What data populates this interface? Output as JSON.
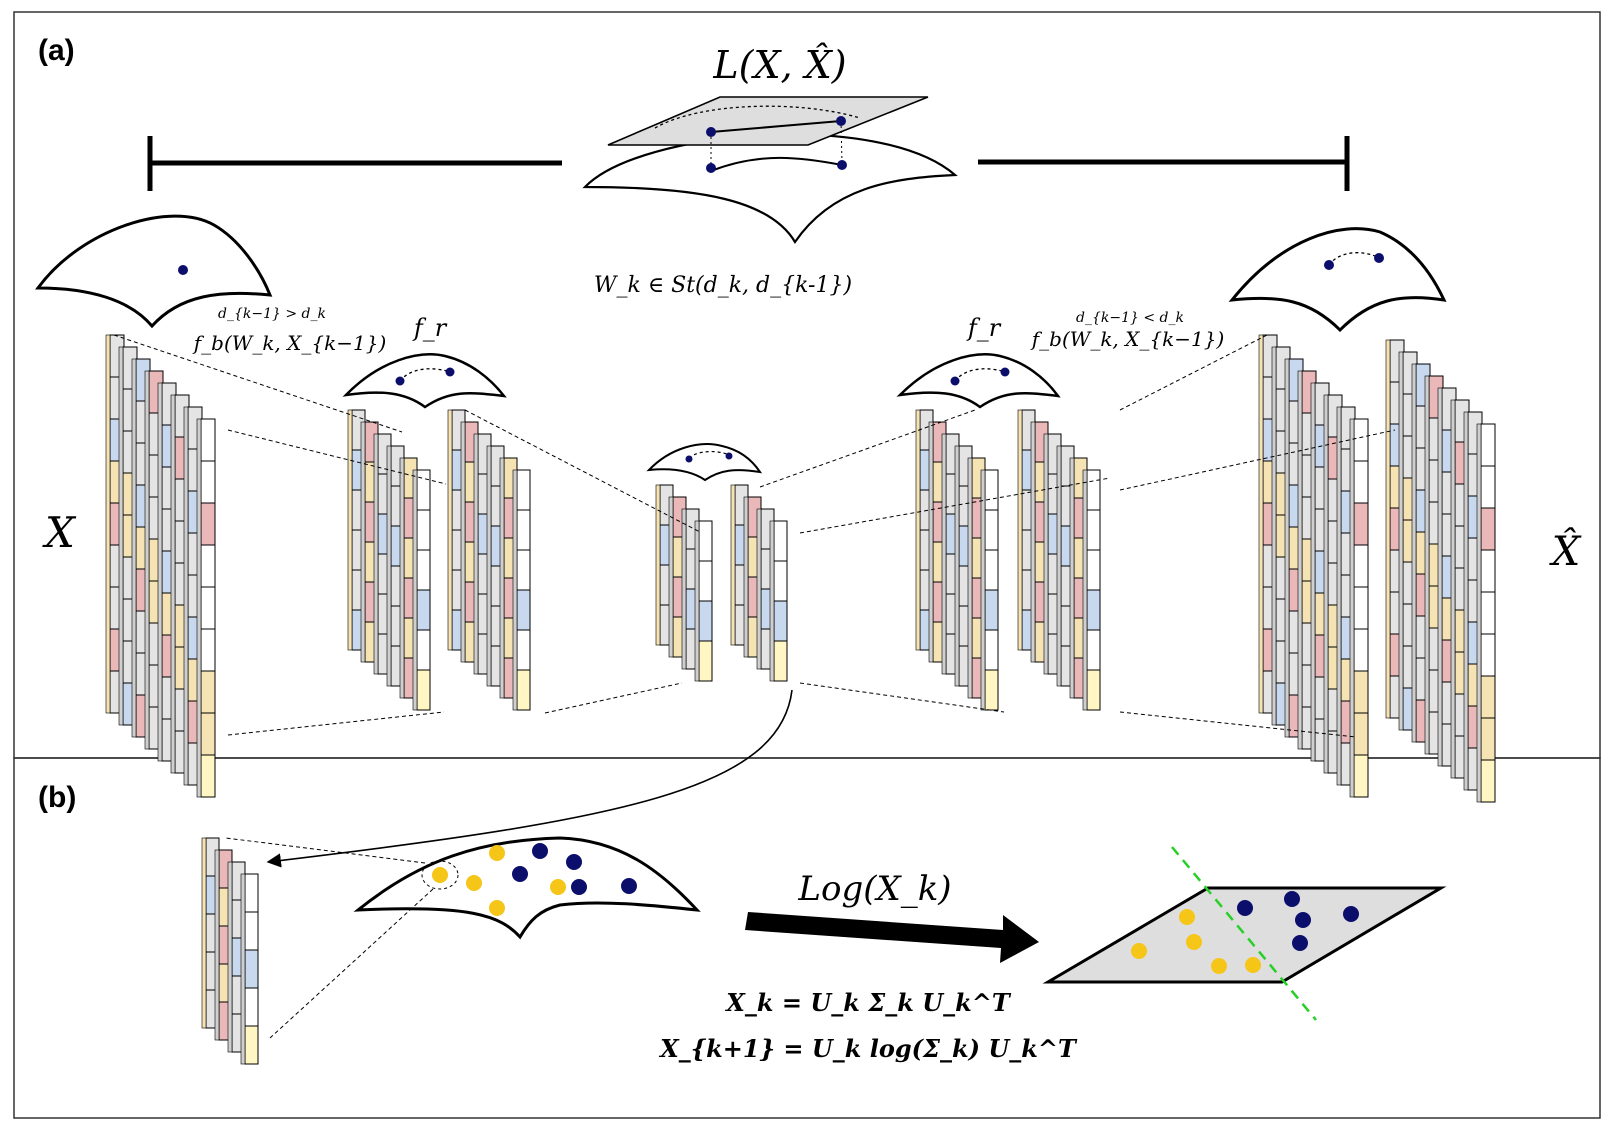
{
  "panels": {
    "a": "(a)",
    "b": "(b)"
  },
  "labels": {
    "loss": "L(X, X̂)",
    "stiefel": "W_k ∈ St(d_k, d_{k-1})",
    "input": "X",
    "output": "X̂",
    "enc_cond": "d_{k−1} > d_k",
    "enc_fb": "f_b(W_k, X_{k−1})",
    "dec_cond": "d_{k−1} < d_k",
    "dec_fb": "f_b(W_k, X_{k−1})",
    "fr_left": "f_r",
    "fr_right": "f_r",
    "log": "Log(X_k)",
    "eq1": "X_k = U_k Σ_k U_k^T",
    "eq2": "X_{k+1} = U_k log(Σ_k) U_k^T"
  },
  "colors": {
    "grey": "#e4e4e4",
    "red": "#eab8b8",
    "blue": "#c8d8ef",
    "yellow": "#f5e3b3",
    "cream": "#fff6c4",
    "navy": "#0b0f6b",
    "gold": "#f5c518",
    "green": "#27d027",
    "plane": "#dedede",
    "bracketStroke": "#000000"
  }
}
